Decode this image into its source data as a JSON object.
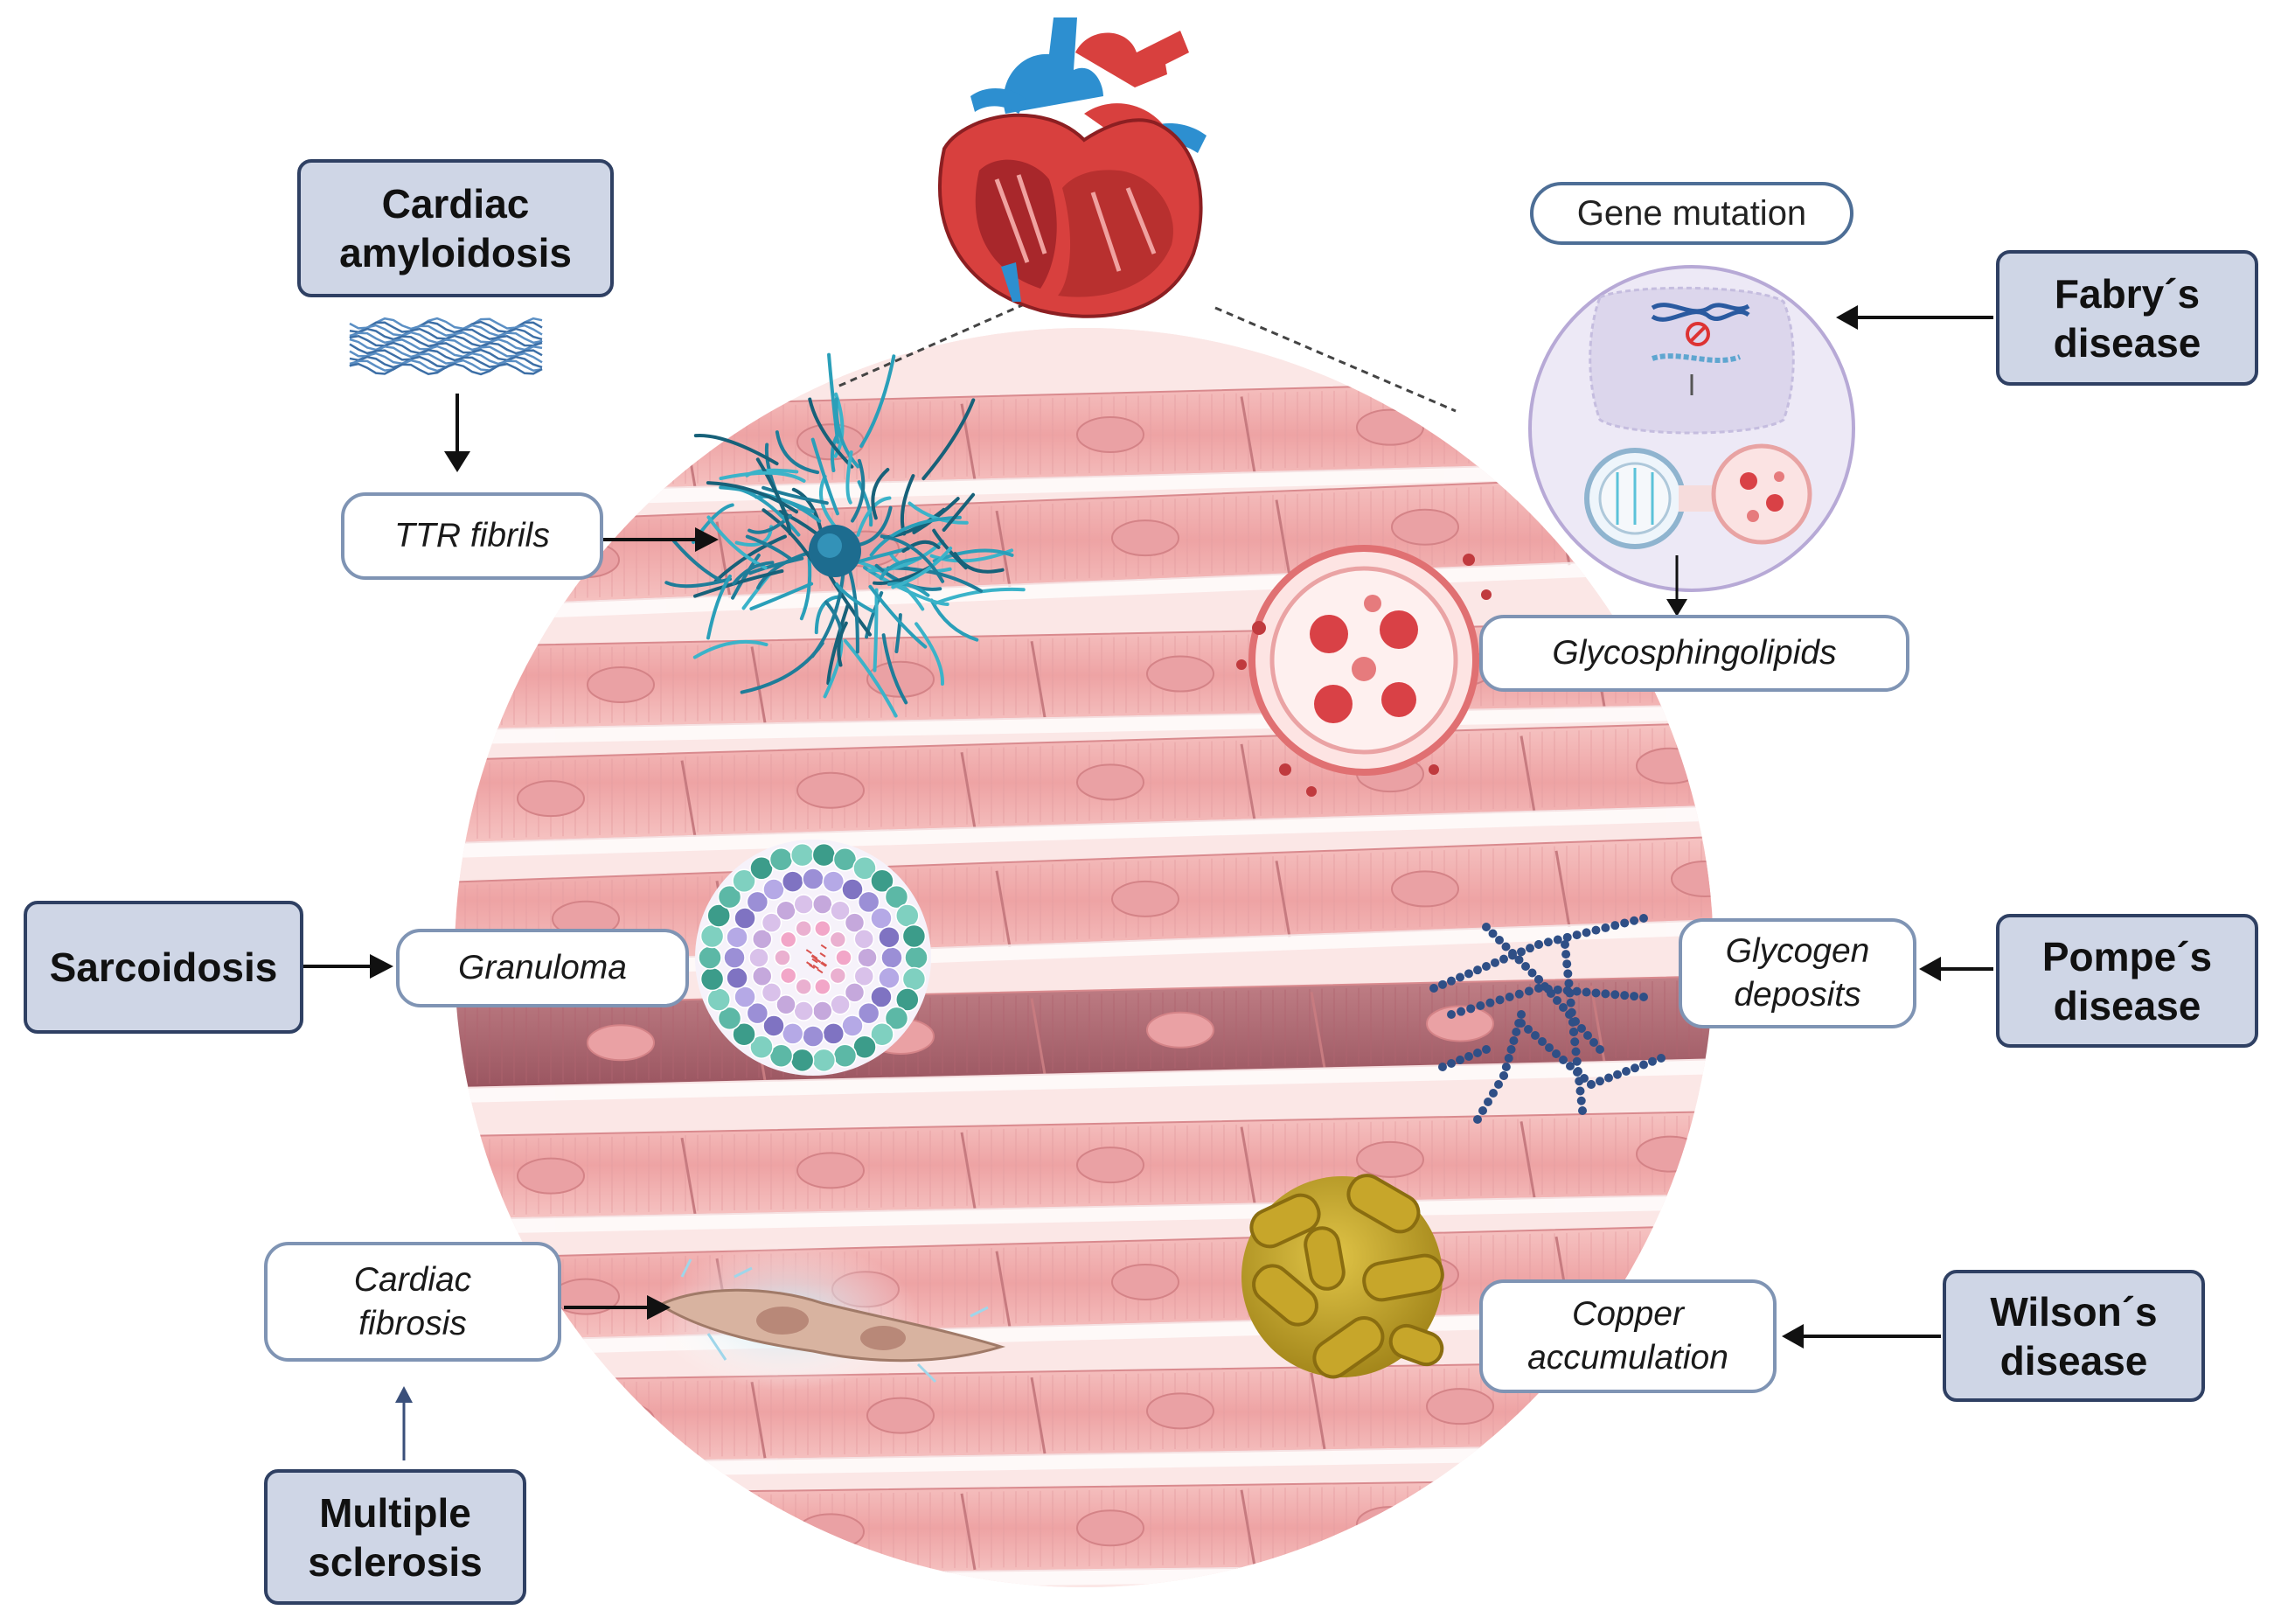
{
  "diseases": {
    "cardiac_amyloidosis": [
      "Cardiac",
      "amyloidosis"
    ],
    "fabry": [
      "Fabry´s",
      "disease"
    ],
    "sarcoidosis": [
      "Sarcoidosis"
    ],
    "pompe": [
      "Pompe´s",
      "disease"
    ],
    "wilson": [
      "Wilson´s",
      "disease"
    ],
    "multiple_sclerosis": [
      "Multiple",
      "sclerosis"
    ]
  },
  "features": {
    "ttr_fibrils": [
      "TTR fibrils"
    ],
    "glycosphingolipids": [
      "Glycosphingolipids"
    ],
    "granuloma": [
      "Granuloma"
    ],
    "glycogen_deposits": [
      "Glycogen",
      "deposits"
    ],
    "copper_accumulation": [
      "Copper",
      "accumulation"
    ],
    "cardiac_fibrosis": [
      "Cardiac",
      "fibrosis"
    ]
  },
  "gene_mutation": "Gene mutation",
  "colors": {
    "disease_fill": "#cfd6e6",
    "disease_border": "#2f4063",
    "feature_border": "#7f94b4",
    "tissue_pink": "#f2b3b4",
    "fiber_dark": "#a8646c",
    "amyloid_teal": "#2a8fa8",
    "glycogen_navy": "#2f4f86",
    "copper_gold": "#b99a25",
    "heart_red": "#d8403e",
    "vessel_blue": "#2d8fd0"
  }
}
